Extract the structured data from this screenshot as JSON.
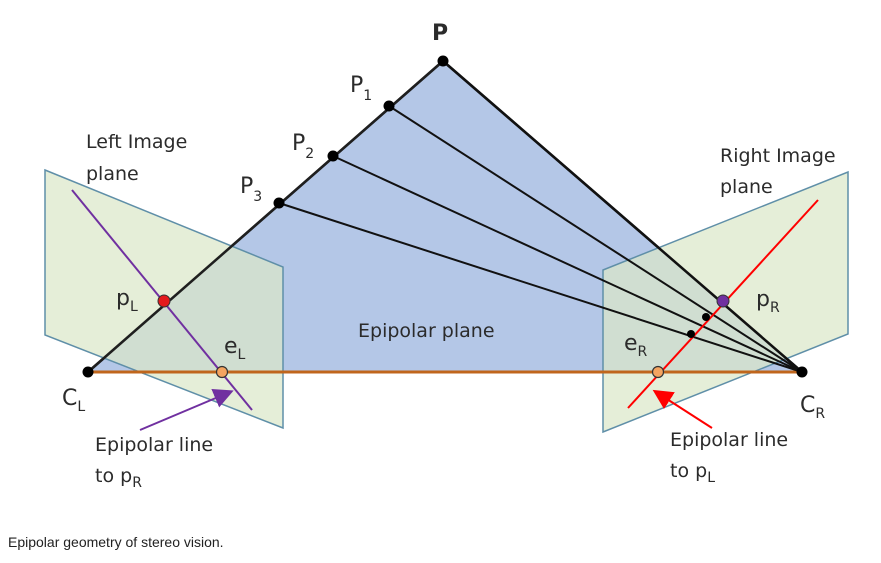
{
  "diagram": {
    "points": {
      "P": "P",
      "P1": {
        "main": "P",
        "sub": "1"
      },
      "P2": {
        "main": "P",
        "sub": "2"
      },
      "P3": {
        "main": "P",
        "sub": "3"
      },
      "pL": {
        "main": "p",
        "sub": "L"
      },
      "pR": {
        "main": "p",
        "sub": "R"
      },
      "eL": {
        "main": "e",
        "sub": "L"
      },
      "eR": {
        "main": "e",
        "sub": "R"
      },
      "CL": {
        "main": "C",
        "sub": "L"
      },
      "CR": {
        "main": "C",
        "sub": "R"
      }
    },
    "left_plane_label": [
      "Left Image",
      "plane"
    ],
    "right_plane_label": [
      "Right Image",
      "plane"
    ],
    "epipolar_plane_label": "Epipolar plane",
    "left_epipolar_line_label": {
      "line1": "Epipolar line",
      "line2_main": "to p",
      "line2_sub": "R"
    },
    "right_epipolar_line_label": {
      "line1": "Epipolar line",
      "line2_main": "to p",
      "line2_sub": "L"
    },
    "colors": {
      "epipolar_plane": "#b4c7e7",
      "image_plane": "#dbe7c9",
      "plane_border": "#5f8fa8",
      "left_line": "#7030a0",
      "right_line": "#ff0000",
      "baseline": "#c0661c",
      "ray": "#000000",
      "epipole": "#f4a460",
      "pL_dot": "#e41a1c",
      "pR_dot": "#7030a0"
    }
  },
  "caption": "Epipolar geometry of stereo vision."
}
